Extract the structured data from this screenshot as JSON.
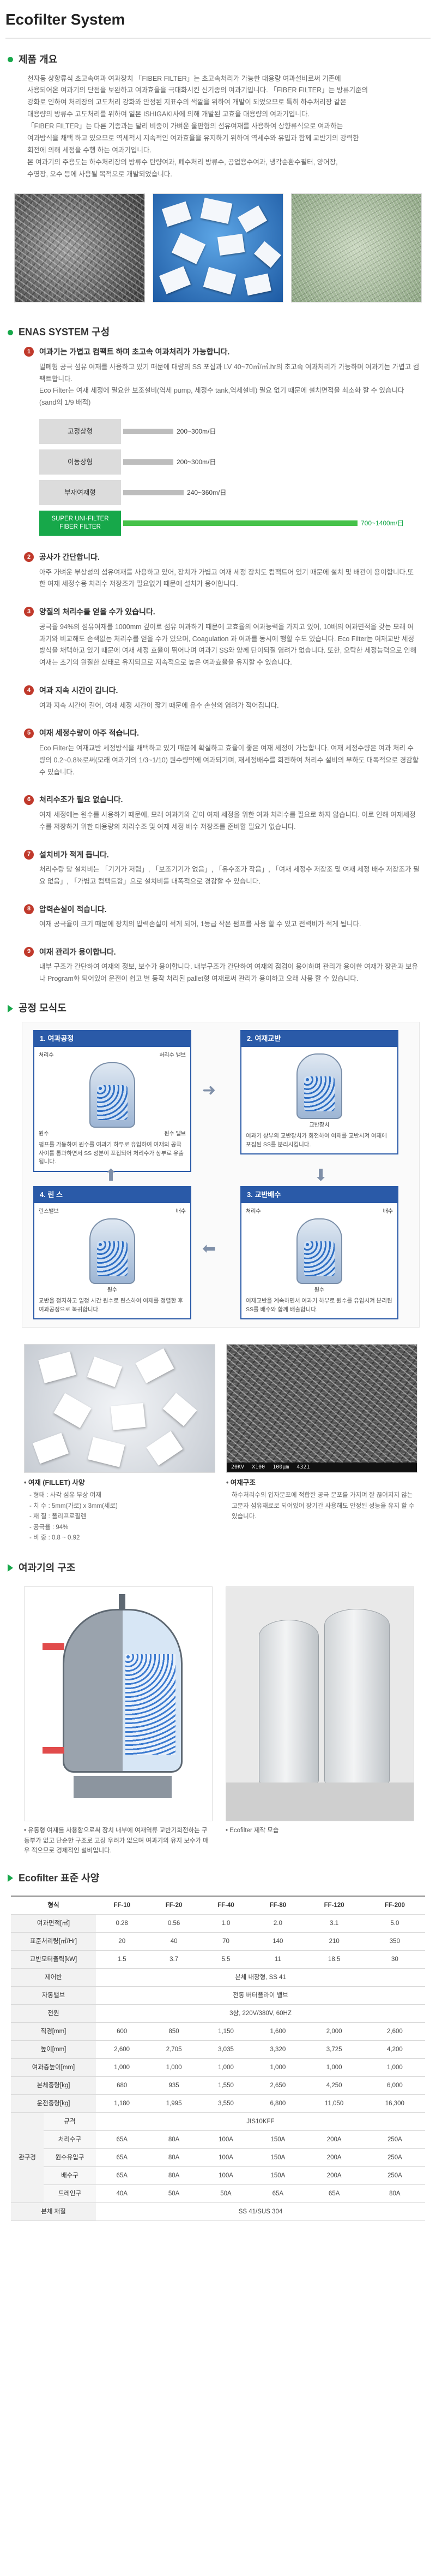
{
  "page_title": "Ecofilter System",
  "overview": {
    "heading": "제품 개요",
    "paragraphs": [
      "천자동 상향류식 초고속여과 여과장치 「FIBER FILTER」는 초고속처리가 가능한 대용량 여과설비로써 기존에",
      "사용되어온 여과기의 단점을 보완하고 여과효율을 극대화시킨 신기종의 여과기입니다. 「FIBER FILTER」는 방류기준의",
      "강화로 인하여 처리장의 고도처리 강화와 안정된 지표수의 색깔을 위하여 개발이 되었으므로 특히 하수처리장 같은",
      "대용량의 방류수 고도처리를 위하여 일본 ISHIGAKI사에 의해 개발된 고효율 대용량의 여과기입니다.",
      "「FIBER FILTER」는 다른 기종과는 달리 비중이 가벼운 울판형의 섬유여재를 사용하여 상향류식으로 여과하는",
      "여과방식을 채택 하고 있으므로 역세척시 지속적인 여과효율을 유지하기 위하여 역세수와 유입과 함께 교반기의 강력한",
      "회전에 의해 세정을 수행 하는 여과기입니다.",
      "본 여과기의 주용도는 하수처리장의 방류수 탄량여과, 폐수처리 방류수, 공업용수여과, 냉각순환수필터, 양어장,",
      "수영장, 오수 등에 사용될 목적으로 개발되었습니다."
    ]
  },
  "enas": {
    "heading": "ENAS SYSTEM 구성",
    "items": [
      {
        "num": "1",
        "title": "여과기는 가볍고 컴팩트 하며 초고속 여과처리가 가능합니다.",
        "text": "밀폐형 공극 섬유 여재를 사용하고 있기 때문에 대량의 SS 포집과 LV 40~70㎥/㎡.hr의 초고속 여과처리가 가능하며 여과기는 가볍고 컴팩트합니다.",
        "text2": "Eco Filter는 여재 세정에 필요한 보조설비(역세 pump, 세정수 tank,역세설비) 필요 없기 때문에 설치면적을 최소화 할 수 있습니다 (sand의 1/9 배적)"
      },
      {
        "num": "2",
        "title": "공사가 간단합니다.",
        "text": "아주 가벼운 부상성의 섬유여재를 사용하고 있어, 장치가 가볍고 여재 세정 장치도 컴팩트어 있기 때문에 설치 및 배관이 용이합니다.또한 여재 세정수용 처리수 저장조가 필요없기 때문에 설치가 용이합니다."
      },
      {
        "num": "3",
        "title": "양질의 처리수를 얻을 수가 있습니다.",
        "text": "공극율 94%의 섬유여재를 1000mm 깊이로 섬유 여과하기 때문에 고효율의 여과능력을 가지고 있어, 10배의 여과면적을 갖는 모래 여과기와 비교해도 손색없는 처리수를 얻을 수가 있으며, Coagulation 과 여과를 동시에 행할 수도 있습니다. Eco Filter는 여재교반 세정방식을 채택하고 있기 때문에 여재 세정 효율이 뛰어나며 여과기 SS와 양께 탄이되질 염려가 없습니다. 또한, 오탁한 세정능력으로 인해 여재는 초기의 원질한 상태로 유지되므로 지속적으로 높은 여과효율을 유지할 수 있습니다."
      },
      {
        "num": "4",
        "title": "여과 지속 시간이 깁니다.",
        "text": "여과 지속 시간이 길어, 여재 세정 시간이 짧기 때문에 유수 손실의 염려가 적어집니다."
      },
      {
        "num": "5",
        "title": "여재 세정수량이 아주 적습니다.",
        "text": "Eco Filter는 여재교반 세정방식을 채택하고 있기 때문에 확실하고 효율이 좋은 여재 세정이 가능합니다. 여재 세정수량은 여과 처리 수량의 0.2~0.8%로써(모래 여과기의 1/3~1/10) 원수량약에 여과되기며, 재세정배수를 회전하여 처리수 설비의 부하도 대폭적으로 경감할 수 있습니다."
      },
      {
        "num": "6",
        "title": "처리수조가 필요 없습니다.",
        "text": "여재 세정에는 원수를 사용하기 때문에, 모래 여과기와 같이 여재 세정을 위한 여과 처리수를 필요로 하지 않습니다. 이로 인해 여재세정수를 저장하기 위한 대용량의 처리수조 및 여재 세정 배수 저장조를 준비할 필요가 없습니다."
      },
      {
        "num": "7",
        "title": "설치비가 적게 듭니다.",
        "text": "처리수량 당 설치비는 「기기가 저렴」, 「보조기기가 없음」, 「유수조가 작음」, 「여재 세정수 저장조 및 여재 세정 배수 저장조가 필요 없음」, 「가볍고 컴팩트함」으로 설치비를 대폭적으로 경감할 수 있습니다."
      },
      {
        "num": "8",
        "title": "압력손실이 적습니다.",
        "text": "여재 공극율이 크기 때문에 장치의 압력손실이 적게 되어, 1등급 작은 펌프를 사용 할 수 있고 전력비가 적게 됩니다."
      },
      {
        "num": "9",
        "title": "여재 관리가 용이합니다.",
        "text": "내부 구조가 간단하여 여재의 정보, 보수가 용이합니다. 내부구조가 간단하여 여재의 점검이 용이하며 관리가 용이한 여재가 장관과 보유나 Program화 되어있어 운전이 쉽고 별 동작 처리된 pallet형 여재로써 관리가 용이하고 오래 사용 할 수 있습니다."
      }
    ],
    "comparison": {
      "unit_max": 1400,
      "rows": [
        {
          "label": "고정상형",
          "value": 300,
          "text": "200~300m/日",
          "highlight": false
        },
        {
          "label": "이동상형",
          "value": 300,
          "text": "200~300m/日",
          "highlight": false
        },
        {
          "label": "부재여재형",
          "value": 360,
          "text": "240~360m/日",
          "highlight": false
        },
        {
          "label": "SUPER UNI-FILTER\nFIBER FILTER",
          "value": 1400,
          "text": "700~1400m/日",
          "highlight": true
        }
      ]
    }
  },
  "process": {
    "heading": "공정 모식도",
    "steps": [
      {
        "title": "1. 여과공정",
        "labels": [
          "처리수",
          "처리수 밸브",
          "원수 밸브",
          "원수"
        ],
        "desc": "펌프를 가동하여 원수를 여과기 하부로 유입하여 여재의 공극 사이를 통과하면서 SS 성분이 포집되어 처리수가 상부로 유출됩니다."
      },
      {
        "title": "2. 여재교반",
        "labels": [
          "교반장치"
        ],
        "desc": "여과기 상부의 교반장치가 회전하여 여재를 교반시켜 여재에 포집된 SS를 분리시킵니다."
      },
      {
        "title": "3. 교반배수",
        "labels": [
          "처리수",
          "배수",
          "원수"
        ],
        "desc": "여재교반을 계속하면서 여과기 하부로 원수를 유입시켜 분리된 SS를 배수와 함께 배출합니다."
      },
      {
        "title": "4. 린 스",
        "labels": [
          "린스밸브",
          "배수",
          "원수"
        ],
        "desc": "교반을 정지하고 일정 시간 원수로 린스하여 여재를 정렬한 후 여과공정으로 복귀합니다."
      }
    ]
  },
  "media": {
    "left": {
      "title": "여재 (FILLET) 사양",
      "specs": [
        "- 형태 : 사각 섬유 부상 여재",
        "- 치 수 : 5mm(가로) x 3mm(세로)",
        "- 재 질 : 폴리프로필렌",
        "- 공극율 : 94%",
        "- 비 중 : 0.8 ~ 0.92"
      ]
    },
    "right": {
      "title": "여재구조",
      "text": "하수처리수의 입자분포에 적합한 공극 분포를 가지며 잘 끊어지지 않는 고분자 섬유재료로 되어있어 장기간 사용해도 안정된 성능을 유지 할 수 있습니다.",
      "sem": {
        "kv": "20KV",
        "mag": "X100",
        "scale": "100μm",
        "code": "4321"
      }
    }
  },
  "structure": {
    "heading": "여과기의 구조",
    "left_caption": "유동형 여재를 사용함으로써 장치 내부에 여재역류 교반기회전하는 구동부가 없고 단순한 구조로 고장 우려가 없으며 여과기의 유지 보수가 매우 적으므로 경제적인 설비입니다.",
    "right_caption": "Ecofilter 제작 모습"
  },
  "spec": {
    "heading": "Ecofilter 표준 사양",
    "header": [
      "형식",
      "FF-10",
      "FF-20",
      "FF-40",
      "FF-80",
      "FF-120",
      "FF-200"
    ],
    "rows": [
      {
        "label": "여과면적[㎡]",
        "values": [
          "0.28",
          "0.56",
          "1.0",
          "2.0",
          "3.1",
          "5.0"
        ]
      },
      {
        "label": "표준처리량[㎥/Hr]",
        "values": [
          "20",
          "40",
          "70",
          "140",
          "210",
          "350"
        ]
      },
      {
        "label": "교반모터출력[kW]",
        "values": [
          "1.5",
          "3.7",
          "5.5",
          "11",
          "18.5",
          "30"
        ]
      },
      {
        "label": "제어반",
        "span": "본체 내장형, SS 41"
      },
      {
        "label": "자동밸브",
        "span": "전동 버터플라이 밸브"
      },
      {
        "label": "전원",
        "span": "3상, 220V/380V, 60HZ"
      },
      {
        "label": "직경[mm]",
        "values": [
          "600",
          "850",
          "1,150",
          "1,600",
          "2,000",
          "2,600"
        ]
      },
      {
        "label": "높이[mm]",
        "values": [
          "2,600",
          "2,705",
          "3,035",
          "3,320",
          "3,725",
          "4,200"
        ]
      },
      {
        "label": "여과층높이[mm]",
        "values": [
          "1,000",
          "1,000",
          "1,000",
          "1,000",
          "1,000",
          "1,000"
        ]
      },
      {
        "label": "본체중량[kg]",
        "values": [
          "680",
          "935",
          "1,550",
          "2,650",
          "4,250",
          "6,000"
        ]
      },
      {
        "label": "운전중량[kg]",
        "values": [
          "1,180",
          "1,995",
          "3,550",
          "6,800",
          "11,050",
          "16,300"
        ]
      }
    ],
    "pipe_group": "관구경",
    "pipe_rows": [
      {
        "label": "규격",
        "span": "JIS10KFF"
      },
      {
        "label": "처리수구",
        "values": [
          "65A",
          "80A",
          "100A",
          "150A",
          "200A",
          "250A"
        ]
      },
      {
        "label": "원수유입구",
        "values": [
          "65A",
          "80A",
          "100A",
          "150A",
          "200A",
          "250A"
        ]
      },
      {
        "label": "배수구",
        "values": [
          "65A",
          "80A",
          "100A",
          "150A",
          "200A",
          "250A"
        ]
      },
      {
        "label": "드레인구",
        "values": [
          "40A",
          "50A",
          "50A",
          "65A",
          "65A",
          "80A"
        ]
      }
    ],
    "material_label": "본체 재질",
    "material": "SS 41/SUS 304"
  },
  "colors": {
    "accent": "#17a84a",
    "bullet_red": "#c0392b",
    "process_blue": "#2a5aa8"
  }
}
